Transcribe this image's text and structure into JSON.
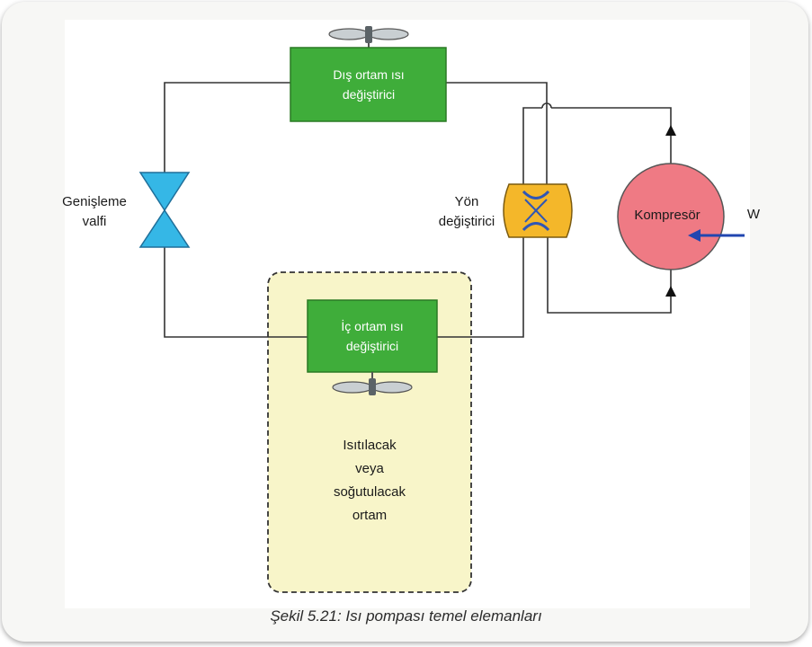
{
  "outdoor_exchanger": {
    "line1": "Dış ortam ısı",
    "line2": "değiştirici"
  },
  "indoor_exchanger": {
    "line1": "İç ortam ısı",
    "line2": "değiştirici"
  },
  "expansion_valve": {
    "line1": "Genişleme",
    "line2": "valfi"
  },
  "reversing_valve": {
    "line1": "Yön",
    "line2": "değiştirici"
  },
  "compressor": {
    "label": "Kompresör",
    "work_label": "W"
  },
  "conditioned_space": {
    "line1": "Isıtılacak",
    "line2": "veya",
    "line3": "soğutulacak",
    "line4": "ortam"
  },
  "caption": "Şekil 5.21: Isı pompası temel elemanları",
  "colors": {
    "exchanger_fill": "#3fad3a",
    "exchanger_border": "#2a7a24",
    "valve_fill": "#35b7e6",
    "reversing_fill": "#f4b72a",
    "reversing_arrows": "#2f56b5",
    "compressor_fill": "#ef7a84",
    "work_arrow": "#2046b0",
    "space_fill": "#f8f5c9",
    "pipe": "#333333"
  }
}
